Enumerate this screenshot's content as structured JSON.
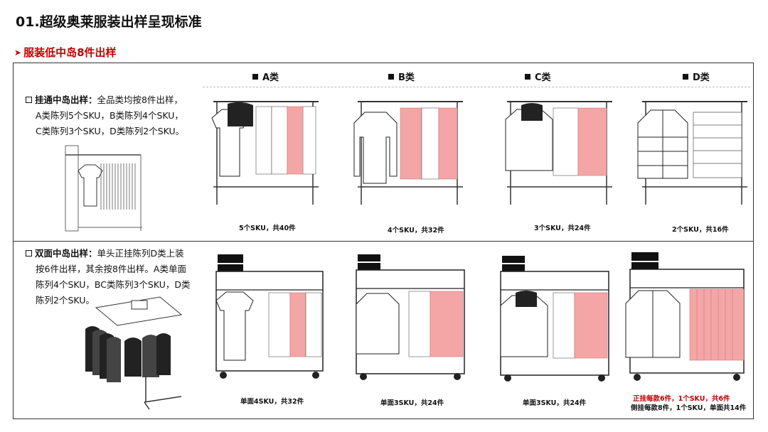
{
  "page_title": "01.超级奥莱服装出样呈现标准",
  "section_title": "服装低中岛8件出样",
  "categories": [
    "A类",
    "B类",
    "C类",
    "D类"
  ],
  "row1": {
    "lead": "挂通中岛出样：",
    "lines": [
      "全品类均按8件出样，",
      "A类陈列5个SKU，B类陈列4个SKU，",
      "C类陈列3个SKU，D类陈列2个SKU。"
    ],
    "captions": [
      "5个SKU，共40件",
      "4个SKU，共32件",
      "3个SKU，共24件",
      "2个SKU，共16件"
    ]
  },
  "row2": {
    "lead": "双面中岛出样：",
    "lines": [
      "单头正挂陈列D类上装",
      "按6件出样，其余按8件出样。A类单面",
      "陈列4个SKU，BC类陈列3个SKU，D类",
      "陈列2个SKU。"
    ],
    "captions": [
      "单面4SKU，共32件",
      "单面3SKU，共24件",
      "单面3SKU，共24件"
    ],
    "caption_d_red": "正挂每款6件，1个SKU，共6件",
    "caption_d_black": "侧挂每款8件，1个SKU，单面共14件"
  },
  "colors": {
    "accent_red": "#c00000",
    "garment_pink": "#f4a6a6",
    "line": "#222222"
  }
}
